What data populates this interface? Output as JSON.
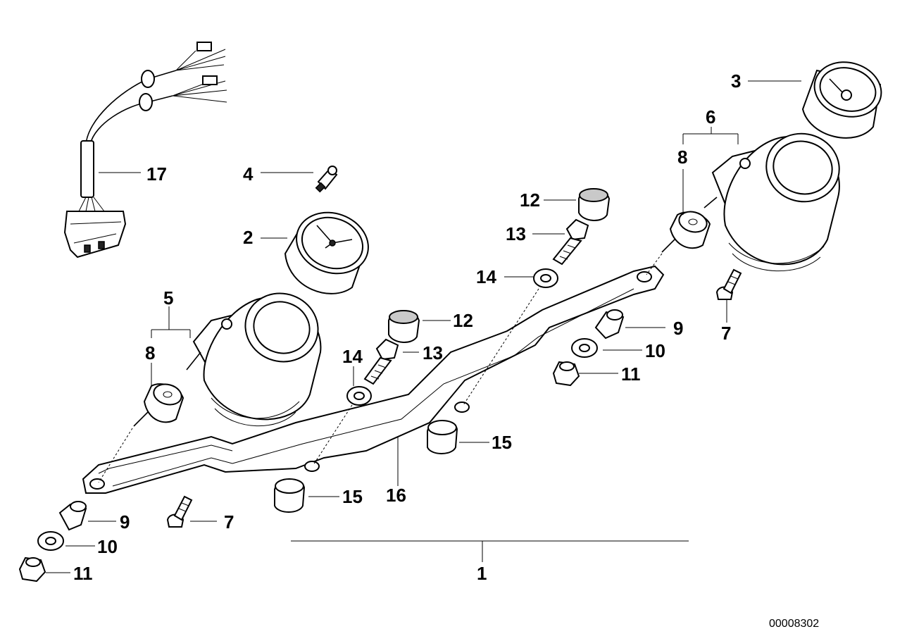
{
  "diagram": {
    "document_number": "00008302",
    "callouts": {
      "c1": "1",
      "c2": "2",
      "c3": "3",
      "c4": "4",
      "c5": "5",
      "c6": "6",
      "c7a": "7",
      "c7b": "7",
      "c8a": "8",
      "c8b": "8",
      "c9a": "9",
      "c9b": "9",
      "c10a": "10",
      "c10b": "10",
      "c11a": "11",
      "c11b": "11",
      "c12a": "12",
      "c12b": "12",
      "c13a": "13",
      "c13b": "13",
      "c14a": "14",
      "c14b": "14",
      "c15a": "15",
      "c15b": "15",
      "c16": "16",
      "c17": "17"
    }
  }
}
